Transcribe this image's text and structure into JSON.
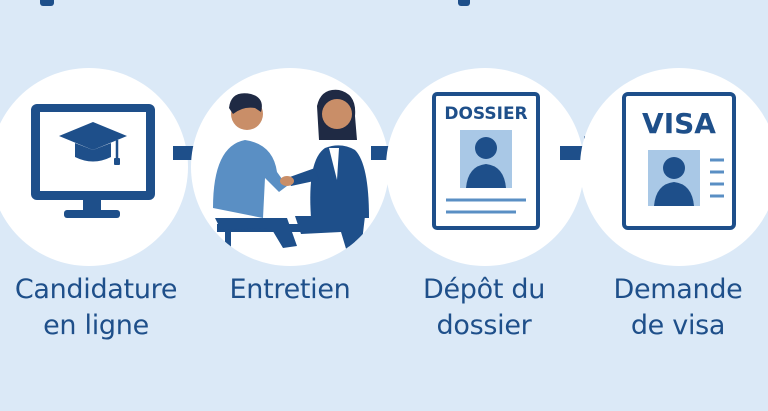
{
  "colors": {
    "background": "#dbe9f7",
    "circle": "#ffffff",
    "primary": "#1e4f8a",
    "accent": "#5a8fc4",
    "light_accent": "#a9c8e6"
  },
  "steps": [
    {
      "icon": "computer-graduation-cap-icon",
      "label_lines": [
        "Candidature",
        "en ligne"
      ]
    },
    {
      "icon": "interview-people-icon",
      "label_lines": [
        "Entretien"
      ]
    },
    {
      "icon": "dossier-document-icon",
      "label_lines": [
        "Dépôt du",
        "dossier"
      ],
      "card_text": "DOSSIER"
    },
    {
      "icon": "visa-document-icon",
      "label_lines": [
        "Demande",
        "de visa"
      ],
      "card_text": "VISA"
    }
  ]
}
